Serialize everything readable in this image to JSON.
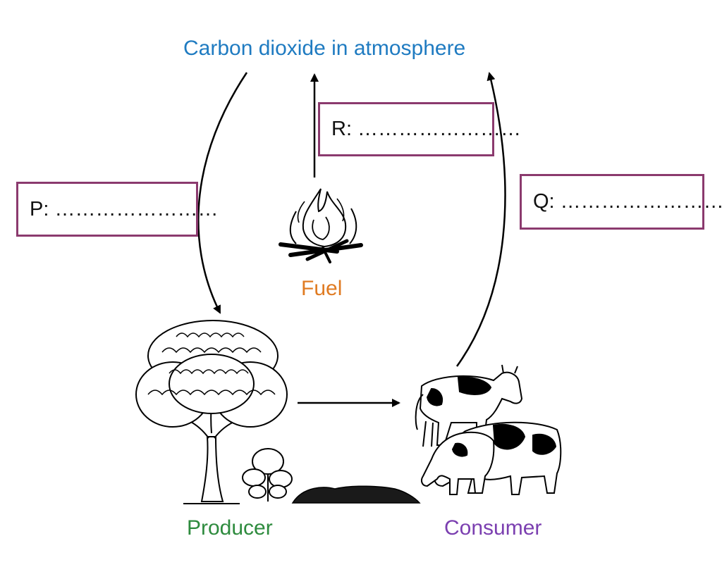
{
  "diagram": {
    "title": "Carbon dioxide in atmosphere",
    "fuel_label": "Fuel",
    "producer_label": "Producer",
    "consumer_label": "Consumer",
    "boxes": {
      "r": "R: ……………………",
      "p": "P: ……………………",
      "q": "Q: ……………………."
    },
    "colors": {
      "title": "#1f7bc1",
      "fuel": "#e07b22",
      "producer": "#2e8b3e",
      "consumer": "#7b3fb0",
      "box_border": "#8b3a6e"
    }
  }
}
